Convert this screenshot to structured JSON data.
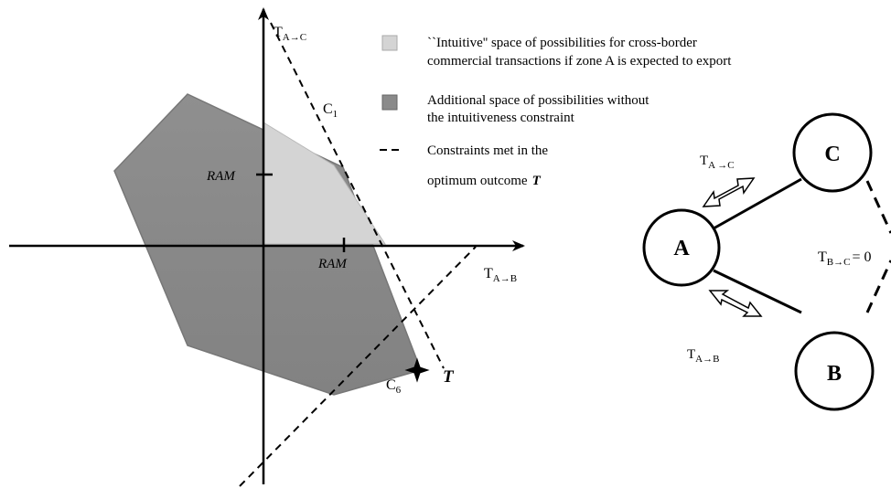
{
  "axes": {
    "vertical_label_main": "T",
    "vertical_label_sub": "A→C",
    "horizontal_label_main": "T",
    "horizontal_label_sub": "A→B",
    "ram_vertical": "RAM",
    "ram_horizontal": "RAM"
  },
  "constraints": {
    "c1_main": "C",
    "c1_sub": "1",
    "c6_main": "C",
    "c6_sub": "6",
    "optimum": "T"
  },
  "legend": {
    "item1_line1": "``Intuitive'' space of possibilities for cross-border",
    "item1_line2": "commercial transactions if zone A is expected to export",
    "item2_line1": "Additional space of possibilities without",
    "item2_line2": "the intuitiveness constraint",
    "item3_line1": "Constraints met in the",
    "item3_line2_prefix": "optimum outcome",
    "item3_line2_symbol": "T"
  },
  "network": {
    "node_a": "A",
    "node_b": "B",
    "node_c": "C",
    "flow_ac_main": "T",
    "flow_ac_sub": "A →C",
    "flow_ab_main": "T",
    "flow_ab_sub": "A→B",
    "flow_bc_main": "T",
    "flow_bc_sub": "B→C",
    "flow_bc_value": "= 0"
  },
  "colors": {
    "intuitive_fill": "#d4d4d4",
    "additional_fill": "#8a8a8a"
  }
}
